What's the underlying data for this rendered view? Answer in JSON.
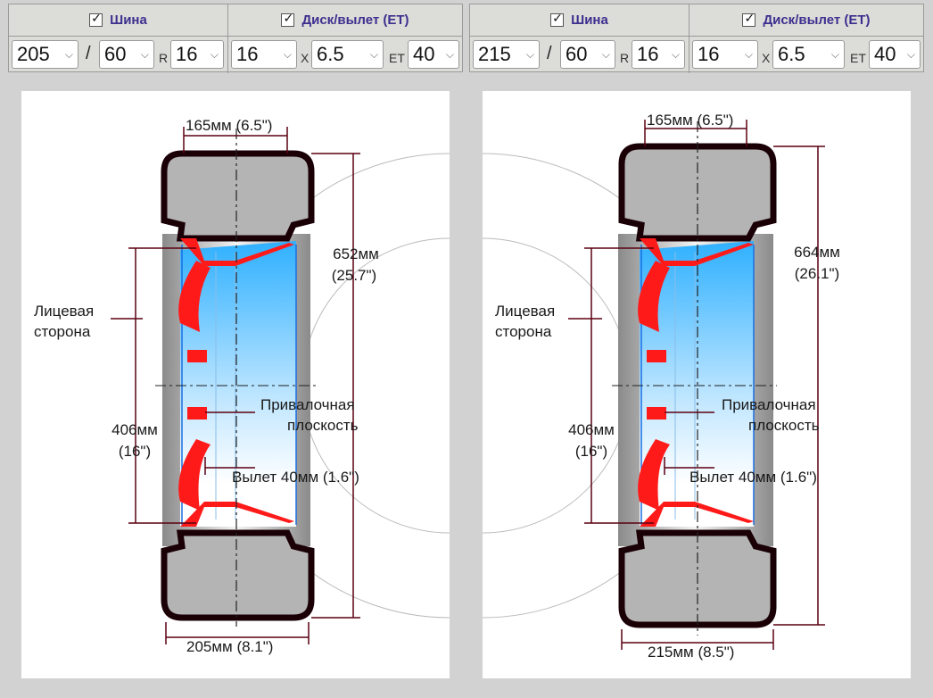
{
  "left": {
    "tire_header": {
      "checked": true,
      "label": "Шина"
    },
    "disk_header": {
      "checked": true,
      "label": "Диск/вылет (ET)"
    },
    "tire_width": "205",
    "slash": "/",
    "tire_profile": "60",
    "r_label": "R",
    "tire_diameter": "16",
    "rim_diameter": "16",
    "x_label": "X",
    "rim_width": "6.5",
    "et_label": "ET",
    "offset": "40",
    "diagram": {
      "top_width": "165мм (6.5\")",
      "height_mm": "652мм",
      "height_in": "(25.7\")",
      "face_label_1": "Лицевая",
      "face_label_2": "сторона",
      "mount_label_1": "Привалочная",
      "mount_label_2": "плоскость",
      "rim_mm": "406мм",
      "rim_in": "(16\")",
      "offset_label": "Вылет 40мм (1.6\")",
      "bottom_width": "205мм (8.1\")"
    }
  },
  "right": {
    "tire_header": {
      "checked": true,
      "label": "Шина"
    },
    "disk_header": {
      "checked": true,
      "label": "Диск/вылет (ET)"
    },
    "tire_width": "215",
    "slash": "/",
    "tire_profile": "60",
    "r_label": "R",
    "tire_diameter": "16",
    "rim_diameter": "16",
    "x_label": "X",
    "rim_width": "6.5",
    "et_label": "ET",
    "offset": "40",
    "diagram": {
      "top_width": "165мм (6.5\")",
      "height_mm": "664мм",
      "height_in": "(26.1\")",
      "face_label_1": "Лицевая",
      "face_label_2": "сторона",
      "mount_label_1": "Привалочная",
      "mount_label_2": "плоскость",
      "rim_mm": "406мм",
      "rim_in": "(16\")",
      "offset_label": "Вылет 40мм (1.6\")",
      "bottom_width": "215мм (8.5\")"
    }
  },
  "colors": {
    "header_text": "#3d2f8f",
    "tire_fill": "#b4b4b4",
    "tire_outline": "#1a0006",
    "rim_red": "#ff1a1a",
    "rim_blue": "#3fb7ff",
    "dim_line": "#5a0010"
  }
}
